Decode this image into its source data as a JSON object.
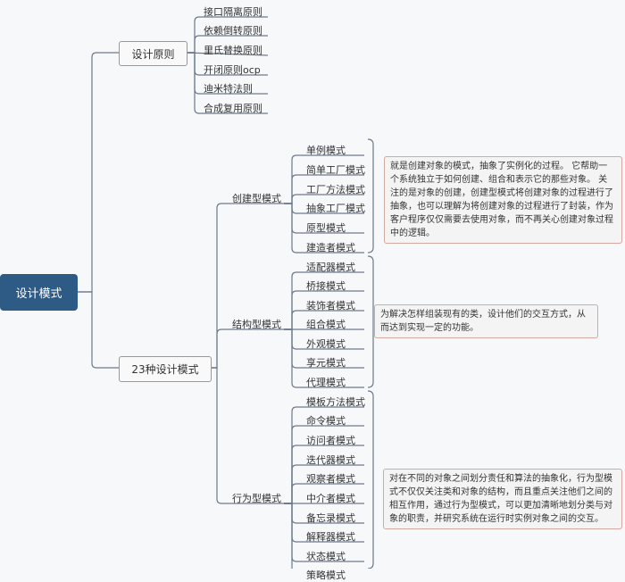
{
  "root": "设计模式",
  "principles": {
    "label": "设计原则",
    "items": [
      "接口隔离原则",
      "依赖倒转原则",
      "里氏替换原则",
      "开闭原则ocp",
      "迪米特法则",
      "合成复用原则"
    ]
  },
  "patterns": {
    "label": "23种设计模式",
    "groups": [
      {
        "label": "创建型模式",
        "items": [
          "单例模式",
          "简单工厂模式",
          "工厂方法模式",
          "抽象工厂模式",
          "原型模式",
          "建造者模式"
        ],
        "note": "就是创建对象的模式，抽象了实例化的过程。 它帮助一个系统独立于如何创建、组合和表示它的那些对象。 关注的是对象的创建，创建型模式将创建对象的过程进行了抽象，也可以理解为将创建对象的过程进行了封装，作为客户程序仅仅需要去使用对象，而不再关心创建对象过程中的逻辑。"
      },
      {
        "label": "结构型模式",
        "items": [
          "适配器模式",
          "桥接模式",
          "装饰者模式",
          "组合模式",
          "外观模式",
          "享元模式",
          "代理模式"
        ],
        "note": "为解决怎样组装现有的类，设计他们的交互方式，从而达到实现一定的功能。"
      },
      {
        "label": "行为型模式",
        "items": [
          "模板方法模式",
          "命令模式",
          "访问者模式",
          "迭代器模式",
          "观察者模式",
          "中介者模式",
          "备忘录模式",
          "解释器模式",
          "状态模式",
          "策略模式"
        ],
        "note": "对在不同的对象之间划分责任和算法的抽象化，行为型模式不仅仅关注类和对象的结构，而且重点关注他们之间的相互作用，通过行为型模式，可以更加清晰地划分类与对象的职责，并研究系统在运行时实例对象之间的交互。"
      }
    ]
  },
  "colors": {
    "root_bg": "#2e5a86",
    "line": "#6b7a8c",
    "note_border": "#d4a9a3"
  }
}
